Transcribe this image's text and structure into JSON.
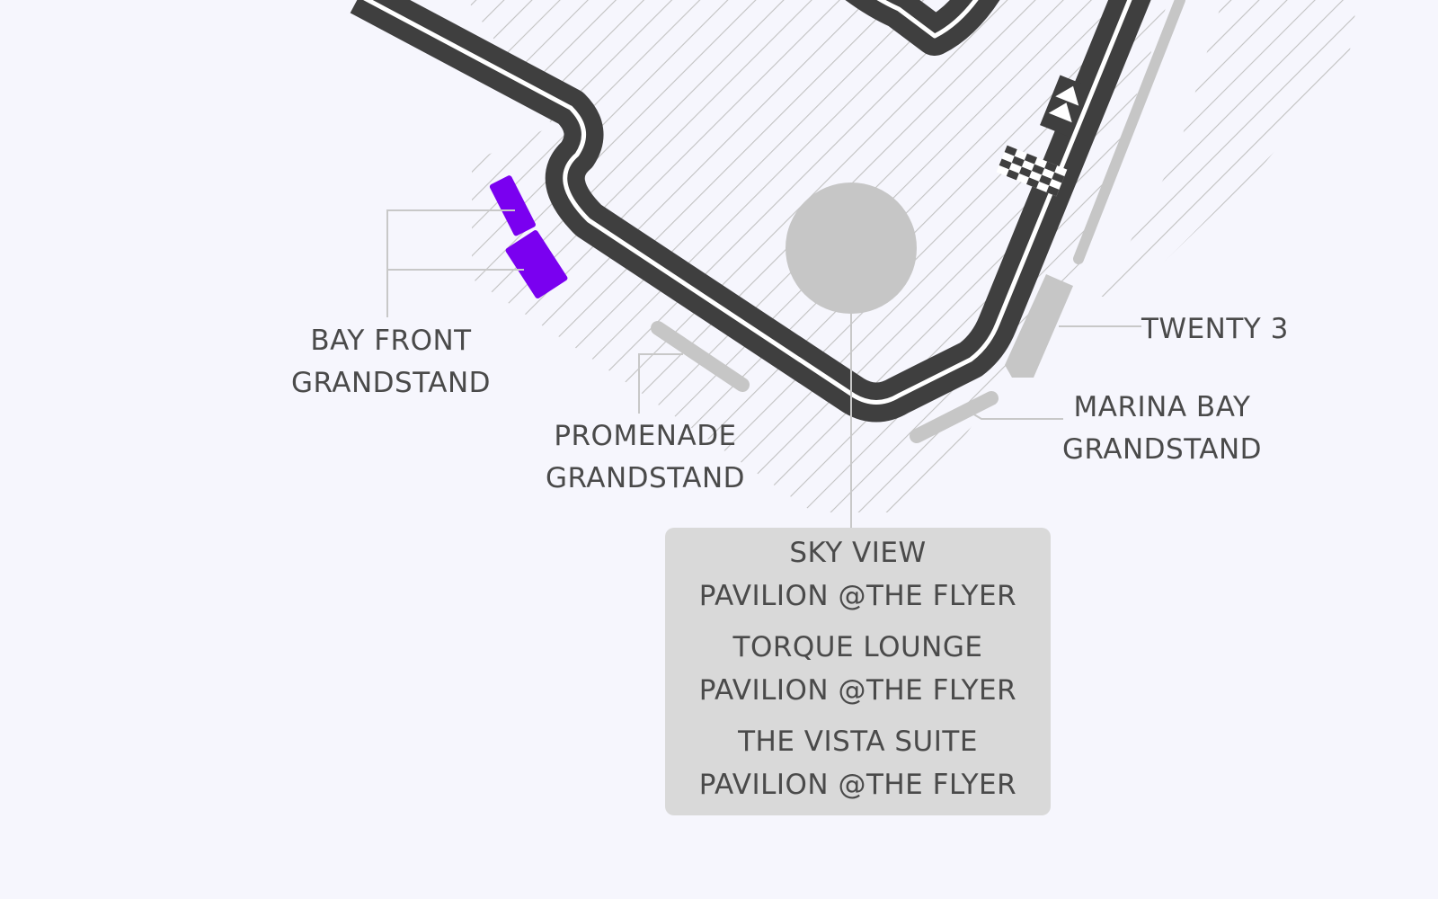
{
  "colors": {
    "background": "#f6f6fd",
    "track": "#3f3f3f",
    "track_line": "#ffffff",
    "hatch": "#c2c2c2",
    "stand_default": "#c6c6c6",
    "stand_selected": "#7a00f0",
    "label_text": "#4a4a4a",
    "info_box": "#d9d9d9"
  },
  "icons": [
    "start-arrows-icon",
    "checkered-flag-icon",
    "flyer-wheel-icon"
  ],
  "selected_stand": "Bay Front Grandstand",
  "labels": {
    "twenty3": "TWENTY 3",
    "bayfront": [
      "BAY FRONT",
      "GRANDSTAND"
    ],
    "promenade": [
      "PROMENADE",
      "GRANDSTAND"
    ],
    "marinabay": [
      "MARINA BAY",
      "GRANDSTAND"
    ]
  },
  "pavilions": [
    {
      "name": "SKY VIEW",
      "location": "PAVILION @THE FLYER"
    },
    {
      "name": "TORQUE LOUNGE",
      "location": "PAVILION @THE FLYER"
    },
    {
      "name": "THE VISTA SUITE",
      "location": "PAVILION @THE FLYER"
    }
  ]
}
